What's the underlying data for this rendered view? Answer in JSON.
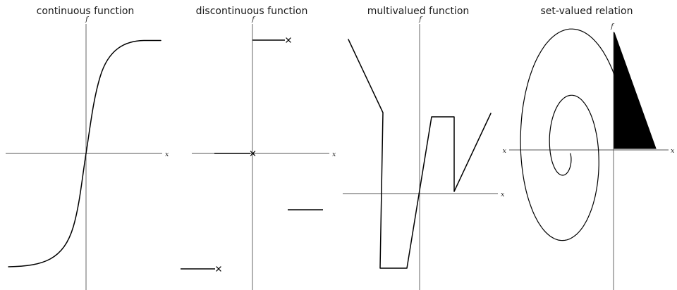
{
  "panels": [
    {
      "id": "continuous-function",
      "title": "continuous function",
      "y_axis_label": "f",
      "x_axis_label": "x"
    },
    {
      "id": "discontinuous-function",
      "title": "discontinuous function",
      "y_axis_label": "f",
      "x_axis_label": "x"
    },
    {
      "id": "multivalued-function",
      "title": "multivalued function",
      "y_axis_label": "f",
      "x_axis_label": "x"
    },
    {
      "id": "set-valued-relation",
      "title": "set-valued relation",
      "y_axis_label": "f",
      "x_axis_label": "x",
      "x_axis_label_left": "x"
    }
  ],
  "colors": {
    "background": "#ffffff",
    "curve": "#000000",
    "axis": "#555555",
    "text": "#1a1a1a"
  }
}
